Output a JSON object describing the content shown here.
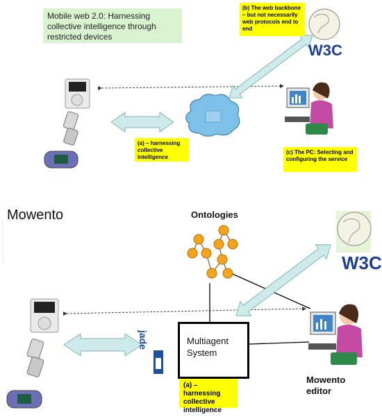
{
  "top_panel": {
    "title": "Mobile web 2.0: Harnessing collective intelligence through restricted devices",
    "note_b": "(b) The web backbone – but not necessarily web protocols end to end",
    "note_a": "(a) – harnessing collective intelligence",
    "note_c": "(c) The PC: Selecting and configuring the service",
    "w3c_logo": "W3C"
  },
  "bottom_panel": {
    "heading": "Mowento",
    "ontologies_label": "Ontologies",
    "mas_label": "Multiagent System",
    "note_a": "(a) – harnessing collective intelligence",
    "editor_label": "Mowento editor",
    "w3c_logo": "W3C",
    "jade_logo": "jade"
  },
  "colors": {
    "note_yellow": "#ffff00",
    "title_green": "#d9f2d0",
    "arrow_fill": "#cfeaea",
    "arrow_stroke": "#7fb5b5",
    "ontology_node": "#f2a31f",
    "cloud": "#7ec1e8"
  }
}
